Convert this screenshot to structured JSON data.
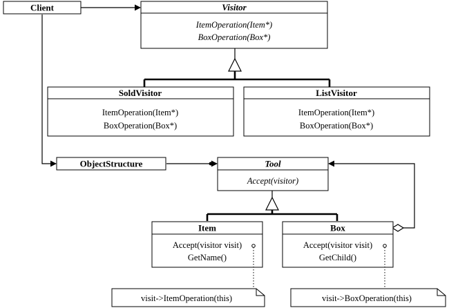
{
  "client": {
    "label": "Client"
  },
  "visitor": {
    "name": "Visitor",
    "ops": [
      "ItemOperation(Item*)",
      "BoxOperation(Box*)"
    ]
  },
  "sold_visitor": {
    "name": "SoldVisitor",
    "ops": [
      "ItemOperation(Item*)",
      "BoxOperation(Box*)"
    ]
  },
  "list_visitor": {
    "name": "ListVisitor",
    "ops": [
      "ItemOperation(Item*)",
      "BoxOperation(Box*)"
    ]
  },
  "object_structure": {
    "label": "ObjectStructure"
  },
  "tool": {
    "name": "Tool",
    "ops": [
      "Accept(visitor)"
    ]
  },
  "item": {
    "name": "Item",
    "ops": [
      "Accept(visitor visit)",
      "GetName()"
    ]
  },
  "box": {
    "name": "Box",
    "ops": [
      "Accept(visitor visit)",
      "GetChild()"
    ]
  },
  "notes": {
    "item_note": "visit->ItemOperation(this)",
    "box_note": "visit->BoxOperation(this)"
  }
}
